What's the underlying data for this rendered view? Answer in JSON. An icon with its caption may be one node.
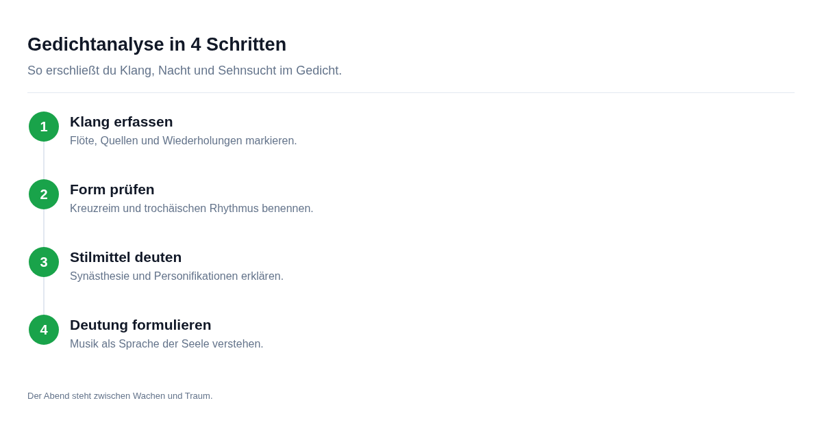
{
  "diagram": {
    "title": "Gedichtanalyse in 4 Schritten",
    "caption": "Der Abend steht zwischen Wachen und Traum.",
    "nodes": [
      {
        "text": [
          "1"
        ],
        "beside": [
          "Klang erfassen",
          "Flöte, Quellen und Wiederholungen markieren."
        ]
      },
      {
        "text": [
          "2"
        ],
        "beside": [
          "Form prüfen",
          "Kreuzreim und trochäischen Rhythmus benennen."
        ]
      },
      {
        "text": [
          "3"
        ],
        "beside": [
          "Stilmittel deuten",
          "Synästhesie und Personifikationen erklären."
        ]
      },
      {
        "text": [
          "4"
        ],
        "beside": [
          "Deutung formulieren",
          "Musik als Sprache der Seele verstehen."
        ]
      }
    ],
    "edges": [
      {
        "from": 0,
        "to": 1,
        "arrow": "none"
      },
      {
        "from": 1,
        "to": 2,
        "arrow": "none"
      },
      {
        "from": 2,
        "to": 3,
        "arrow": "none"
      }
    ],
    "labels": [
      "So erschließt du Klang, Nacht und Sehnsucht im Gedicht."
    ]
  }
}
